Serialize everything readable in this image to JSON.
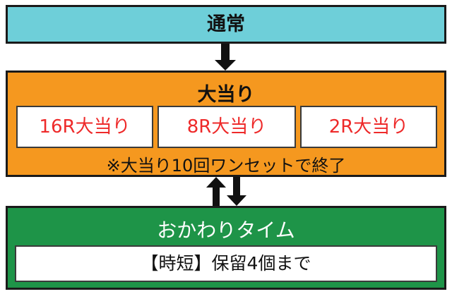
{
  "normal": {
    "title": "通常"
  },
  "jackpot": {
    "title": "大当り",
    "types": [
      {
        "label": "16R大当り"
      },
      {
        "label": "8R大当り"
      },
      {
        "label": "2R大当り"
      }
    ],
    "note": "※大当り10回ワンセットで終了"
  },
  "okawari": {
    "title": "おかわりタイム",
    "detail": "【時短】保留4個まで"
  },
  "colors": {
    "normal_fill": "#6ecfd9",
    "jackpot_fill": "#f5981f",
    "okawari_fill": "#1e9448",
    "jackpot_type_text": "#ee2a2a",
    "arrow": "#111111"
  }
}
